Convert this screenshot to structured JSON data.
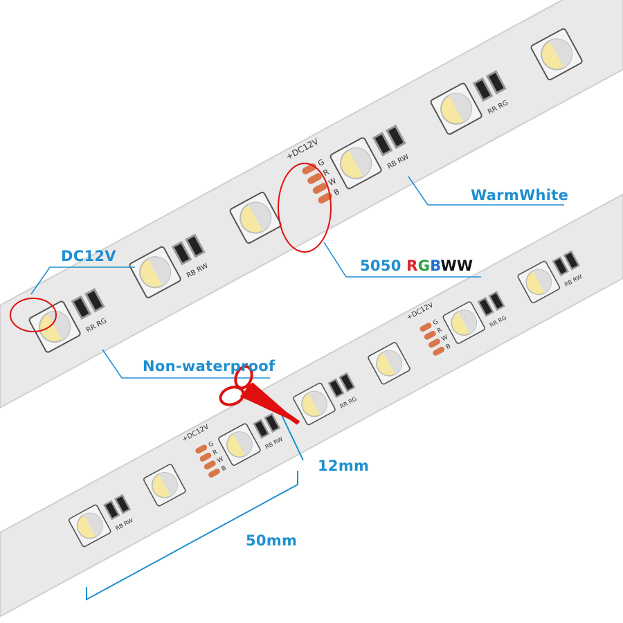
{
  "annotations": {
    "dc12v": "DC12V",
    "non_waterproof": "Non-waterproof",
    "warm_white": "WarmWhite",
    "chip_prefix": "5050 ",
    "chip_r": "R",
    "chip_g": "G",
    "chip_b": "B",
    "chip_ww": "WW",
    "width": "12mm",
    "cut_length": "50mm"
  },
  "strip_print": {
    "power": "+DC12V",
    "pads": [
      "G",
      "R",
      "W",
      "B"
    ],
    "resistor_labels": [
      "RR",
      "RG",
      "RB",
      "RW"
    ]
  },
  "colors": {
    "annotation": "#1f8fd0",
    "highlight": "#e01010",
    "chip_r": "#e0202a",
    "chip_g": "#2aa040",
    "chip_b": "#1f6fd0",
    "chip_ww": "#111111",
    "pcb": "#e9e9ea",
    "pad_copper": "#d9774a"
  }
}
